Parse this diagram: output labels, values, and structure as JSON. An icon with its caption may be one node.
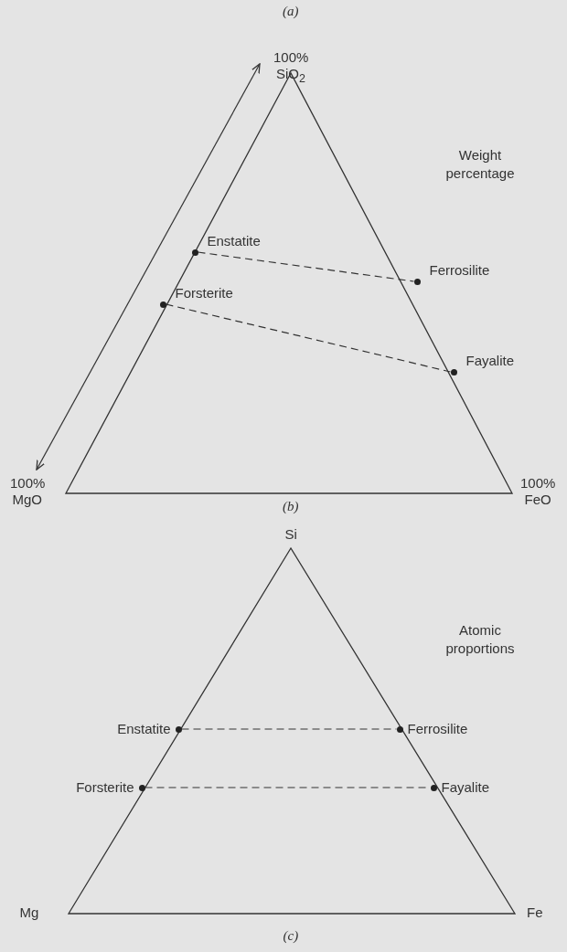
{
  "diagram": {
    "nodes": [
      {
        "text": [
          "Enstatite"
        ]
      },
      {
        "text": [
          "Ferrosilite"
        ]
      },
      {
        "text": [
          "Forsterite"
        ]
      },
      {
        "text": [
          "Fayalite"
        ]
      },
      {
        "text": [
          "Enstatite"
        ]
      },
      {
        "text": [
          "Ferrosilite"
        ]
      },
      {
        "text": [
          "Forsterite"
        ]
      },
      {
        "text": [
          "Fayalite"
        ]
      }
    ],
    "edges": [
      {
        "from": 0,
        "to": 1,
        "arrow": "none",
        "style": "dashed"
      },
      {
        "from": 2,
        "to": 3,
        "arrow": "none",
        "style": "dashed"
      },
      {
        "from": 4,
        "to": 5,
        "arrow": "none",
        "style": "dashed"
      },
      {
        "from": 6,
        "to": 7,
        "arrow": "none",
        "style": "dashed"
      }
    ],
    "labels": [
      "(a)",
      "100%",
      "SiO$_{2}$",
      "Weight percentage",
      "100%",
      "100%",
      "MgO",
      "(b)",
      "FeO",
      "Si",
      "Atomic proportions",
      "Mg",
      "Fe",
      "(c)"
    ]
  }
}
